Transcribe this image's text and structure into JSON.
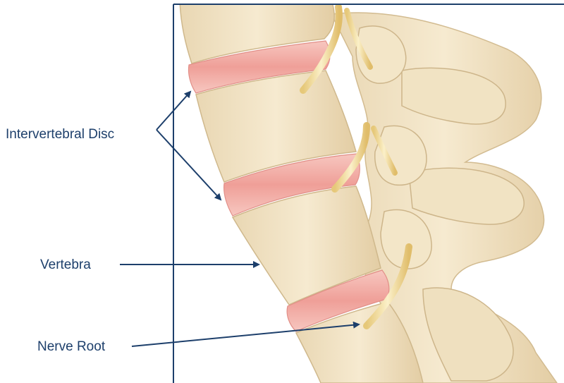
{
  "labels": {
    "intervertebral_disc": "Intervertebral Disc",
    "vertebra": "Vertebra",
    "nerve_root": "Nerve Root"
  },
  "colors": {
    "label_text": "#1d3f6b",
    "leader_line": "#1d3f6b",
    "frame_border": "#1d3f6b",
    "bone": "#efe0c0",
    "bone_shadow": "#d7c29a",
    "disc": "#f2b3ae",
    "nerve": "#f1dfa6"
  }
}
